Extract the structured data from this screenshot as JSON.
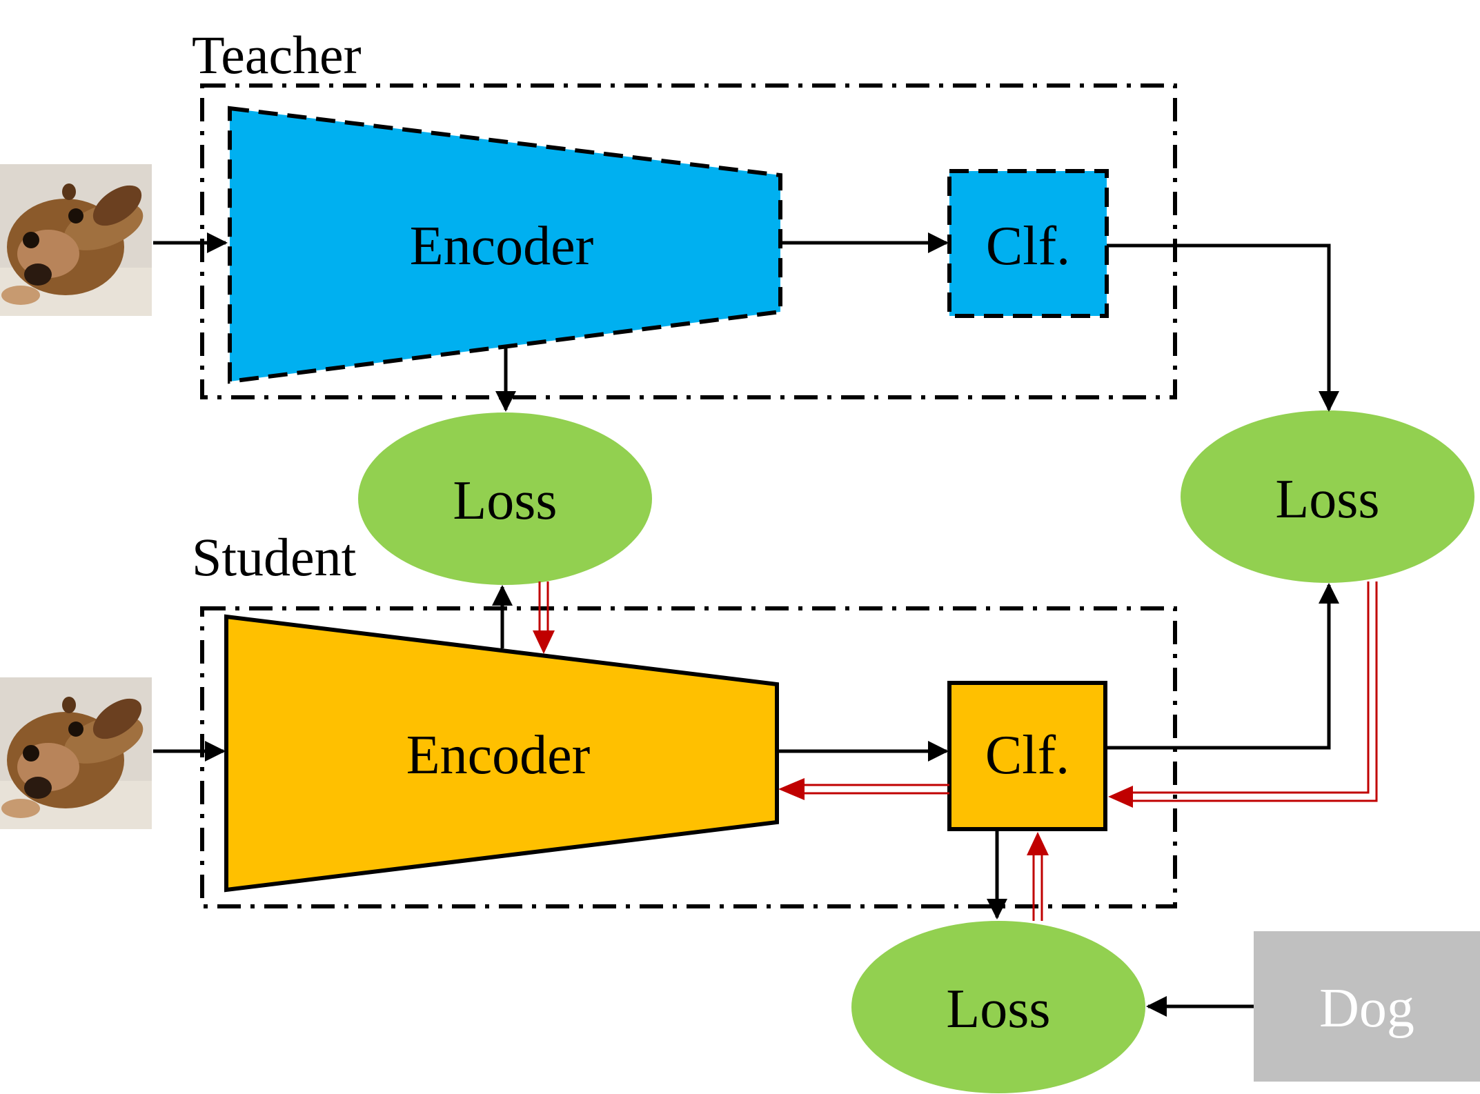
{
  "teacher": {
    "title": "Teacher",
    "encoder_label": "Encoder",
    "classifier_label": "Clf."
  },
  "student": {
    "title": "Student",
    "encoder_label": "Encoder",
    "classifier_label": "Clf."
  },
  "losses": {
    "feature_loss_label": "Loss",
    "logit_loss_label": "Loss",
    "label_loss_label": "Loss"
  },
  "ground_truth": {
    "label": "Dog"
  },
  "colors": {
    "teacher_fill": "#00b0f0",
    "student_fill": "#ffc000",
    "loss_fill": "#92d050",
    "label_fill": "#c0c0c0",
    "gradient_arrow": "#c00000",
    "forward_arrow": "#000000"
  },
  "icons": {
    "input_image": "puppy-photo-icon"
  }
}
